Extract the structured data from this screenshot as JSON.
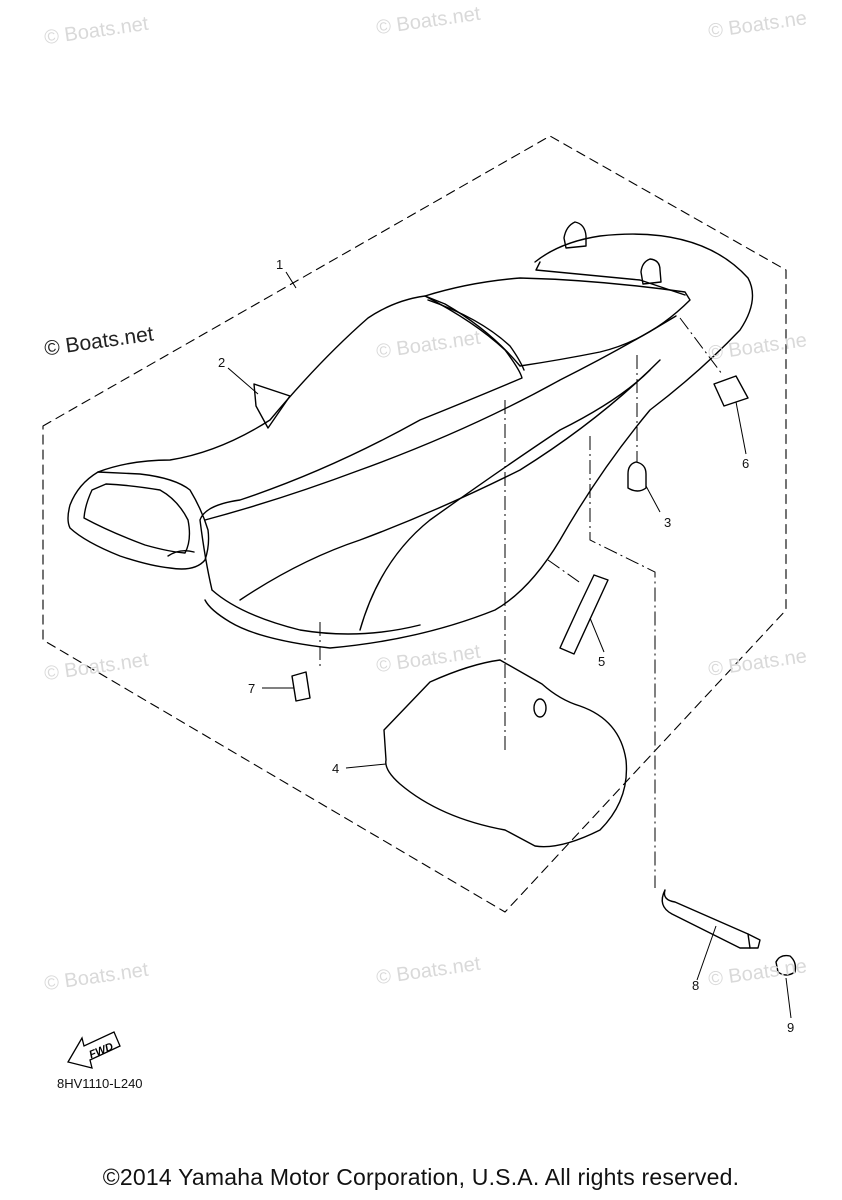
{
  "watermarks": [
    "© Boats.net",
    "© Boats.net",
    "© Boats.ne",
    "© Boats.net",
    "© Boats.ne",
    "© Boats.net",
    "© Boats.net",
    "© Boats.ne",
    "© Boats.net",
    "© Boats.net",
    "© Boats.ne"
  ],
  "watermark_strong": "© Boats.net",
  "callouts": [
    "1",
    "2",
    "3",
    "4",
    "5",
    "6",
    "7",
    "8",
    "9"
  ],
  "fwd_label": "FWD",
  "part_code": "8HV1110-L240",
  "copyright": "©2014 Yamaha Motor Corporation, U.S.A. All rights reserved."
}
